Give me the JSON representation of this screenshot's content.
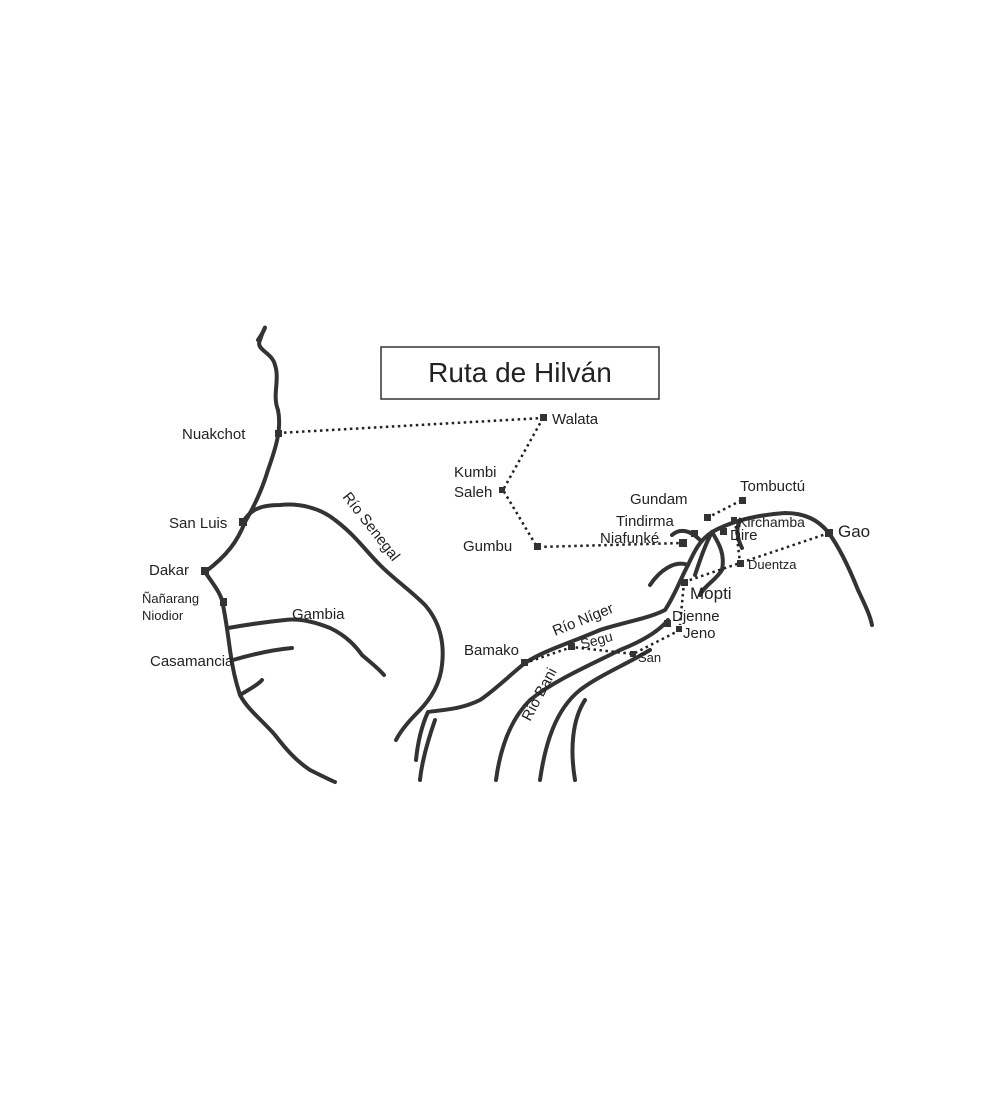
{
  "title": "Ruta de Hilván",
  "rivers": {
    "senegal": "Río Senegal",
    "gambia": "Gambia",
    "casamance": "Casamancia",
    "niger": "Río Níger",
    "bani": "Río Bani"
  },
  "cities": {
    "nuakchot": "Nuakchot",
    "walata": "Walata",
    "kumbi1": "Kumbi",
    "kumbi2": "Saleh",
    "gumbu": "Gumbu",
    "san_luis": "San Luis",
    "dakar": "Dakar",
    "nanarang": "Ñañarang",
    "niodior": "Niodior",
    "bamako": "Bamako",
    "segu": "Segu",
    "san": "San",
    "djenne": "Djenne",
    "jeno": "Jeno",
    "mopti": "Mopti",
    "duentza": "Duentza",
    "gao": "Gao",
    "tombuctu": "Tombuctú",
    "gundam": "Gundam",
    "tindirma": "Tindirma",
    "niafunke": "Niafunké",
    "kirchamba": "Kirchamba",
    "dire": "Dire"
  }
}
